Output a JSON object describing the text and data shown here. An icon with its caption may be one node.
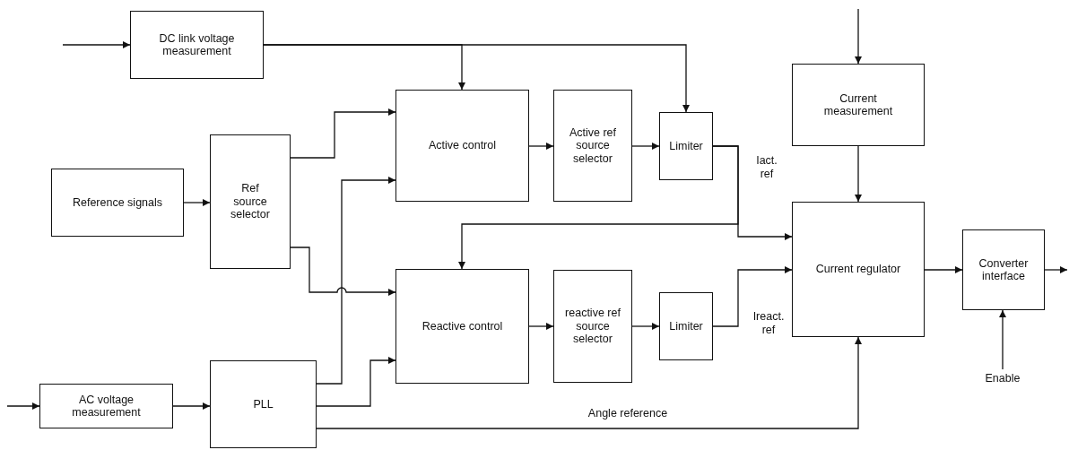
{
  "diagram": {
    "nodes": [
      {
        "text": [
          "DC link voltage measurement"
        ]
      },
      {
        "text": [
          "Reference signals"
        ]
      },
      {
        "text": [
          "Ref source selector"
        ]
      },
      {
        "text": [
          "Active control"
        ]
      },
      {
        "text": [
          "Active ref source selector"
        ]
      },
      {
        "text": [
          "Limiter"
        ]
      },
      {
        "text": [
          "Current measurement"
        ]
      },
      {
        "text": [
          "Current regulator"
        ]
      },
      {
        "text": [
          "Converter interface"
        ]
      },
      {
        "text": [
          "Reactive control"
        ]
      },
      {
        "text": [
          "reactive ref source selector"
        ]
      },
      {
        "text": [
          "Limiter"
        ]
      },
      {
        "text": [
          "AC voltage measurement"
        ]
      },
      {
        "text": [
          "PLL"
        ]
      },
      {
        "text": [
          "Enable"
        ]
      }
    ],
    "edges": [
      {
        "from": null,
        "to": 0,
        "arrow": "to"
      },
      {
        "from": 0,
        "to": 3,
        "arrow": "to"
      },
      {
        "from": 0,
        "to": 5,
        "arrow": "to"
      },
      {
        "from": 1,
        "to": 2,
        "arrow": "to"
      },
      {
        "from": 2,
        "to": 3,
        "arrow": "to"
      },
      {
        "from": 2,
        "to": 9,
        "arrow": "to"
      },
      {
        "from": 13,
        "to": 3,
        "arrow": "to"
      },
      {
        "from": 13,
        "to": 9,
        "arrow": "to"
      },
      {
        "from": 3,
        "to": 4,
        "arrow": "to"
      },
      {
        "from": 4,
        "to": 5,
        "arrow": "to"
      },
      {
        "from": 5,
        "to": 7,
        "arrow": "to",
        "label": "Iact. ref"
      },
      {
        "from": 5,
        "to": 9,
        "arrow": "to"
      },
      {
        "from": 9,
        "to": 10,
        "arrow": "to"
      },
      {
        "from": 10,
        "to": 11,
        "arrow": "to"
      },
      {
        "from": 11,
        "to": 7,
        "arrow": "to",
        "label": "Ireact. ref"
      },
      {
        "from": 13,
        "to": 7,
        "arrow": "to",
        "label": "Angle reference"
      },
      {
        "from": null,
        "to": 6,
        "arrow": "to"
      },
      {
        "from": 6,
        "to": 7,
        "arrow": "to"
      },
      {
        "from": 7,
        "to": 8,
        "arrow": "to"
      },
      {
        "from": 8,
        "to": null,
        "arrow": "to"
      },
      {
        "from": 14,
        "to": 8,
        "arrow": "to"
      },
      {
        "from": null,
        "to": 12,
        "arrow": "to"
      },
      {
        "from": 12,
        "to": 13,
        "arrow": "to"
      }
    ]
  }
}
